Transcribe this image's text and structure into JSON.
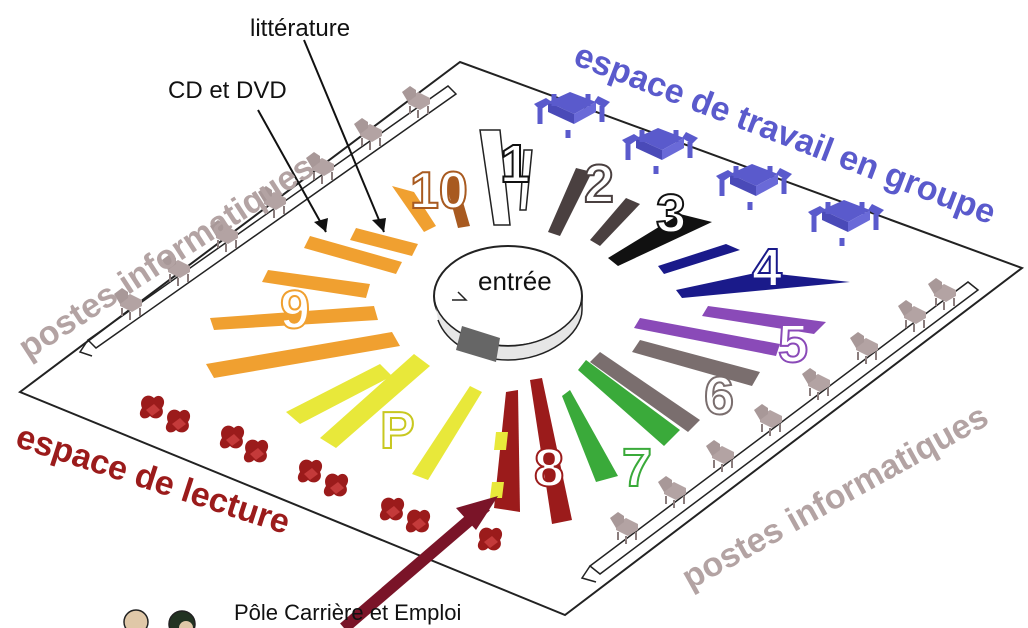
{
  "labels": {
    "litterature": "littérature",
    "cd_dvd": "CD et DVD",
    "groupe": "espace de travail en groupe",
    "postes_left": "postes informatiques",
    "postes_right": "postes informatiques",
    "lecture": "espace de lecture",
    "entree": "entrée",
    "pole": "Pôle Carrière et Emploi"
  },
  "sections": {
    "s1": "1",
    "s2": "2",
    "s3": "3",
    "s4": "4",
    "s5": "5",
    "s6": "6",
    "s7": "7",
    "s8": "8",
    "s9": "9",
    "s10": "10",
    "sP": "P"
  },
  "colors": {
    "groupe": "#5a5acc",
    "lecture": "#9b1b1b",
    "postes": "#b3a3a3",
    "orange": "#f0a030",
    "yellow": "#e8e83a",
    "green": "#3aaa3a",
    "purple": "#8a4ab8",
    "navy": "#1a1a8a",
    "arrow": "#7a1428"
  },
  "icons": {
    "desk": "computer-desk-icon",
    "table": "group-table-icon",
    "armchair": "armchair-icon",
    "entrance": "entrance-desk-icon",
    "people": "people-icon"
  }
}
